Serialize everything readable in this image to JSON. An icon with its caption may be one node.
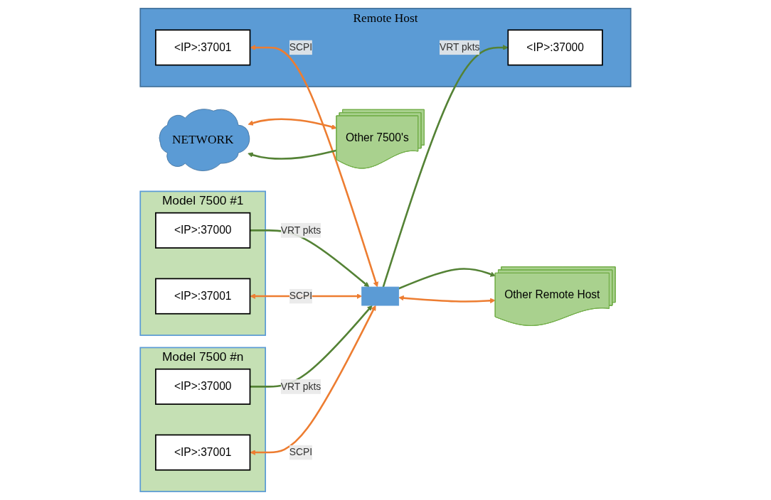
{
  "diagram": {
    "nodes": [
      {
        "text": [
          "Remote Host"
        ]
      },
      {
        "text": [
          "<IP>:37000"
        ],
        "in": 0
      },
      {
        "text": [
          "<IP>:37001"
        ],
        "in": 0
      },
      {
        "text": [
          "Model 7500  #1"
        ]
      },
      {
        "text": [
          "<IP>:37000"
        ],
        "in": 3
      },
      {
        "text": [
          "<IP>:37001"
        ],
        "in": 3
      },
      {
        "text": [],
        "shape": "bar"
      },
      {
        "text": [
          "NETWORK"
        ]
      },
      {
        "text": [
          "Other 7500's"
        ]
      },
      {
        "text": [
          "Other Remote Host"
        ]
      },
      {
        "text": [
          "Model 7500  #n"
        ]
      },
      {
        "text": [
          "<IP>:37000"
        ],
        "in": 10
      },
      {
        "text": [
          "<IP>:37001"
        ],
        "in": 10
      }
    ],
    "edges": [
      {
        "from": 6,
        "to": 1,
        "arrow": "to",
        "label": "VRT pkts",
        "color": "#548235"
      },
      {
        "from": 2,
        "to": 6,
        "arrow": "both",
        "label": "SCPI",
        "color": "#ed7d31"
      },
      {
        "from": 4,
        "to": 6,
        "arrow": "to",
        "label": "VRT pkts",
        "color": "#548235"
      },
      {
        "from": 5,
        "to": 6,
        "arrow": "both",
        "label": "SCPI",
        "color": "#ed7d31"
      },
      {
        "from": 8,
        "to": 7,
        "arrow": "to",
        "color": "#548235"
      },
      {
        "from": 7,
        "to": 8,
        "arrow": "both",
        "color": "#ed7d31"
      },
      {
        "from": 6,
        "to": 9,
        "arrow": "to",
        "color": "#548235"
      },
      {
        "from": 9,
        "to": 6,
        "arrow": "both",
        "color": "#ed7d31"
      },
      {
        "from": 11,
        "to": 6,
        "arrow": "to",
        "label": "VRT pkts",
        "color": "#548235"
      },
      {
        "from": 12,
        "to": 6,
        "arrow": "both",
        "label": "SCPI",
        "color": "#ed7d31"
      }
    ]
  }
}
